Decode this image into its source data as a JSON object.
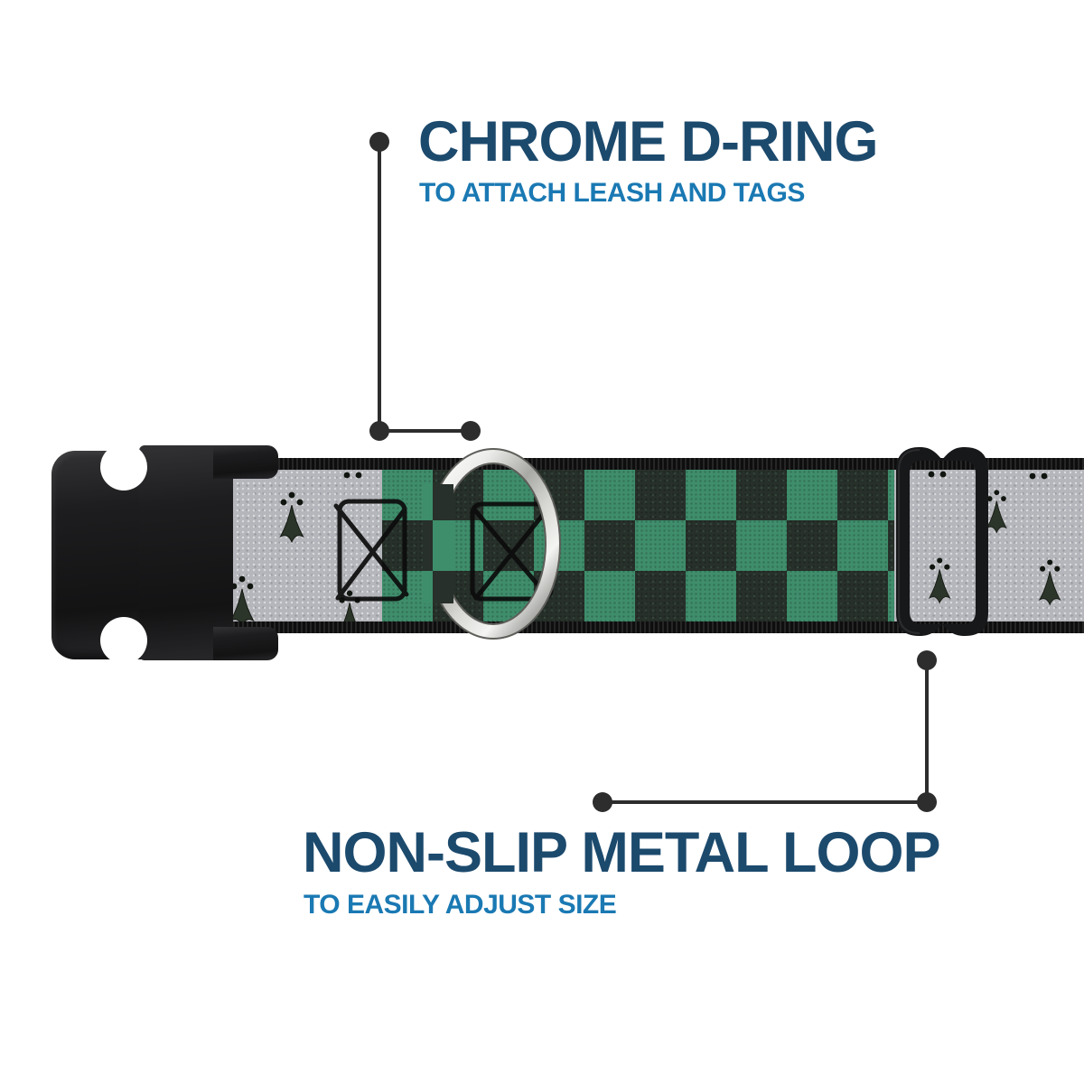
{
  "callouts": {
    "top": {
      "title": "CHROME D-RING",
      "subtitle": "TO ATTACH LEASH AND TAGS"
    },
    "bottom": {
      "title": "NON-SLIP METAL LOOP",
      "subtitle": "TO EASILY ADJUST SIZE"
    }
  },
  "colors": {
    "title_navy": "#1c4a6d",
    "subtitle_blue": "#1a79b3",
    "callout_gray": "#2d2d2d",
    "checker_green": "#3e8d6b",
    "checker_black": "#27302a",
    "fabric_gray": "#b5b6bb",
    "hardware_black": "#17181a",
    "chrome_silver": "#d8d8d8",
    "background": "#ffffff"
  },
  "parts": {
    "buckle": "black-side-release-buckle",
    "d_ring": "chrome-d-ring",
    "loop": "black-metal-adjustment-loop",
    "strap": "green-black-checker-collar-with-gray-ermine-ends"
  }
}
